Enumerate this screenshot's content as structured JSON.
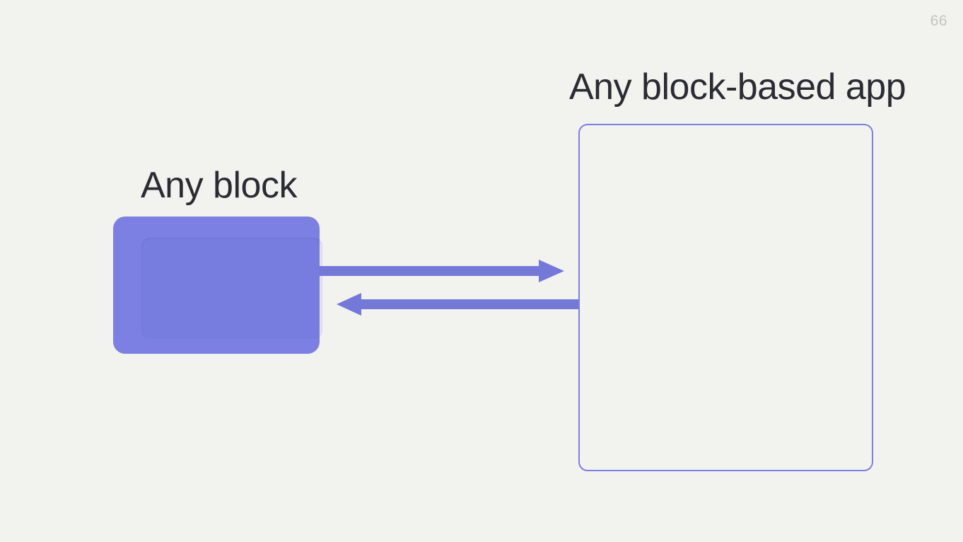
{
  "slide": {
    "page_number": "66",
    "background_color": "#f2f3ee",
    "accent_color": "#7b80e2",
    "text_color": "#2b2b33"
  },
  "diagram": {
    "block": {
      "label": "Any block",
      "fill_color": "#7b80e2"
    },
    "app": {
      "label": "Any block-based app",
      "border_color": "#7b80e2"
    },
    "connections": [
      {
        "name": "block-to-app",
        "direction": "right",
        "color": "#7479d8"
      },
      {
        "name": "app-to-block",
        "direction": "left",
        "color": "#7479d8"
      }
    ]
  }
}
